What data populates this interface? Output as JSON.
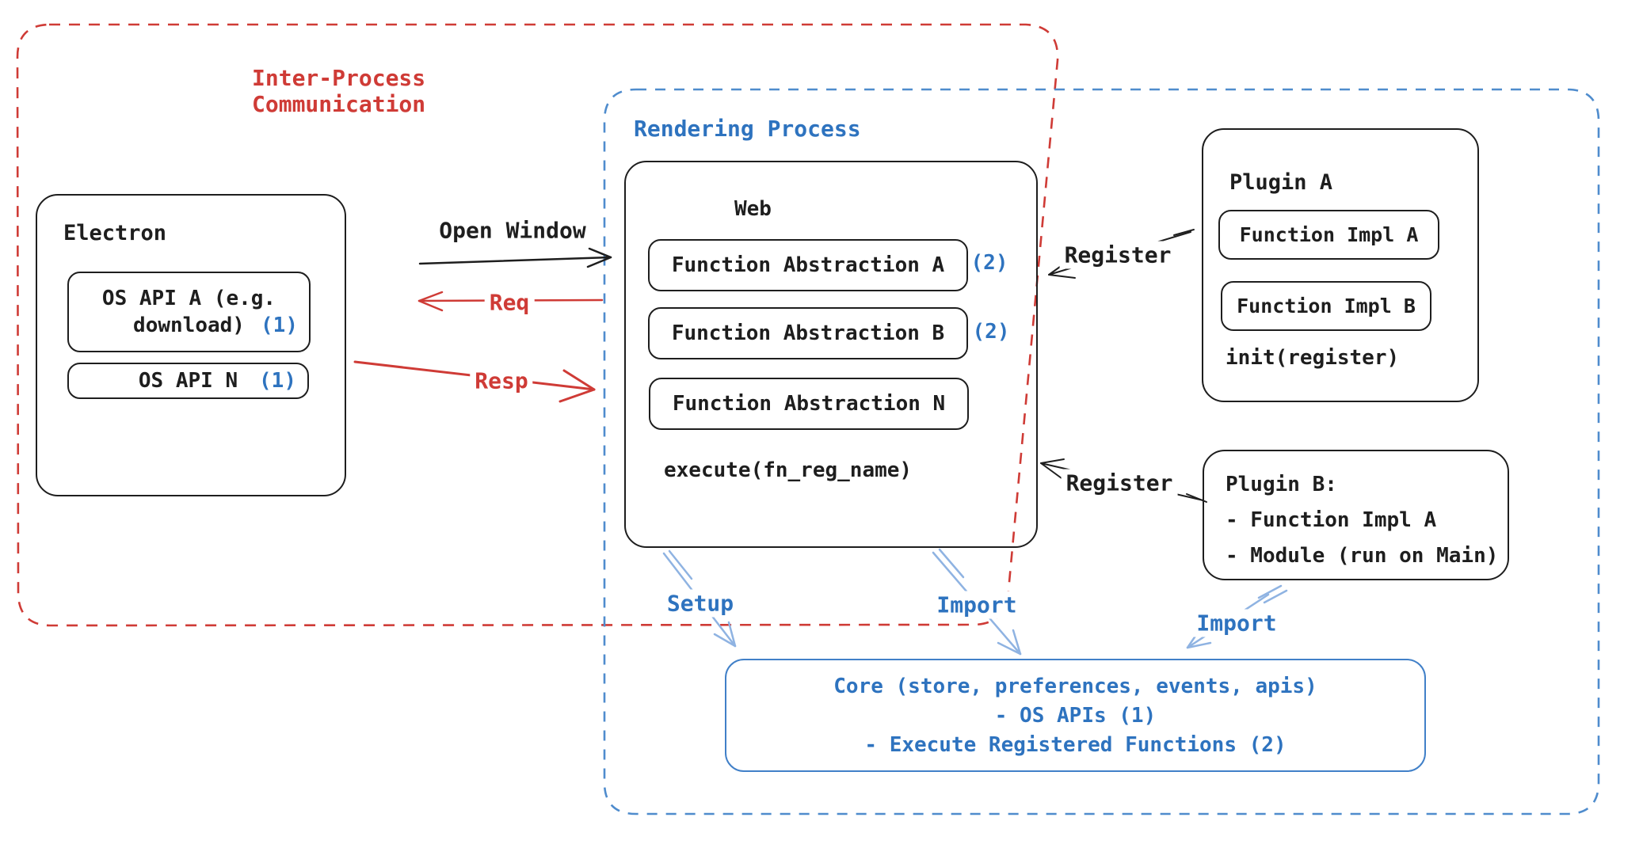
{
  "groups": {
    "ipc": {
      "line1": "Inter-Process",
      "line2": "Communication",
      "color": "#cf3b36"
    },
    "rendering": {
      "label": "Rendering Process",
      "color": "#2e73bf"
    }
  },
  "electron": {
    "title": "Electron",
    "api_a": {
      "line1": "OS API A (e.g.",
      "line2": "download)",
      "badge": "(1)"
    },
    "api_n": {
      "label": "OS API N",
      "badge": "(1)"
    }
  },
  "web": {
    "title": "Web",
    "abstractions": [
      {
        "label": "Function Abstraction A",
        "badge": "(2)"
      },
      {
        "label": "Function Abstraction B",
        "badge": "(2)"
      },
      {
        "label": "Function Abstraction N",
        "badge": ""
      }
    ],
    "execute": "execute(fn_reg_name)"
  },
  "plugin_a": {
    "title": "Plugin A",
    "impls": [
      "Function Impl A",
      "Function Impl B"
    ],
    "init": "init(register)"
  },
  "plugin_b": {
    "title": "Plugin B:",
    "lines": [
      "- Function Impl A",
      "- Module (run on Main)"
    ]
  },
  "core": {
    "lines": [
      "Core (store, preferences, events, apis)",
      "- OS APIs (1)",
      "- Execute Registered Functions (2)"
    ]
  },
  "arrows": {
    "open_window": "Open Window",
    "req": "Req",
    "resp": "Resp",
    "register_a": "Register",
    "register_b": "Register",
    "setup": "Setup",
    "import_web": "Import",
    "import_plugin": "Import"
  },
  "colors": {
    "ink": "#1e1e1e",
    "red": "#cf3b36",
    "blue_text": "#2e73bf",
    "blue_border": "#4180c8",
    "blue_arrow": "#8fb3e2"
  }
}
